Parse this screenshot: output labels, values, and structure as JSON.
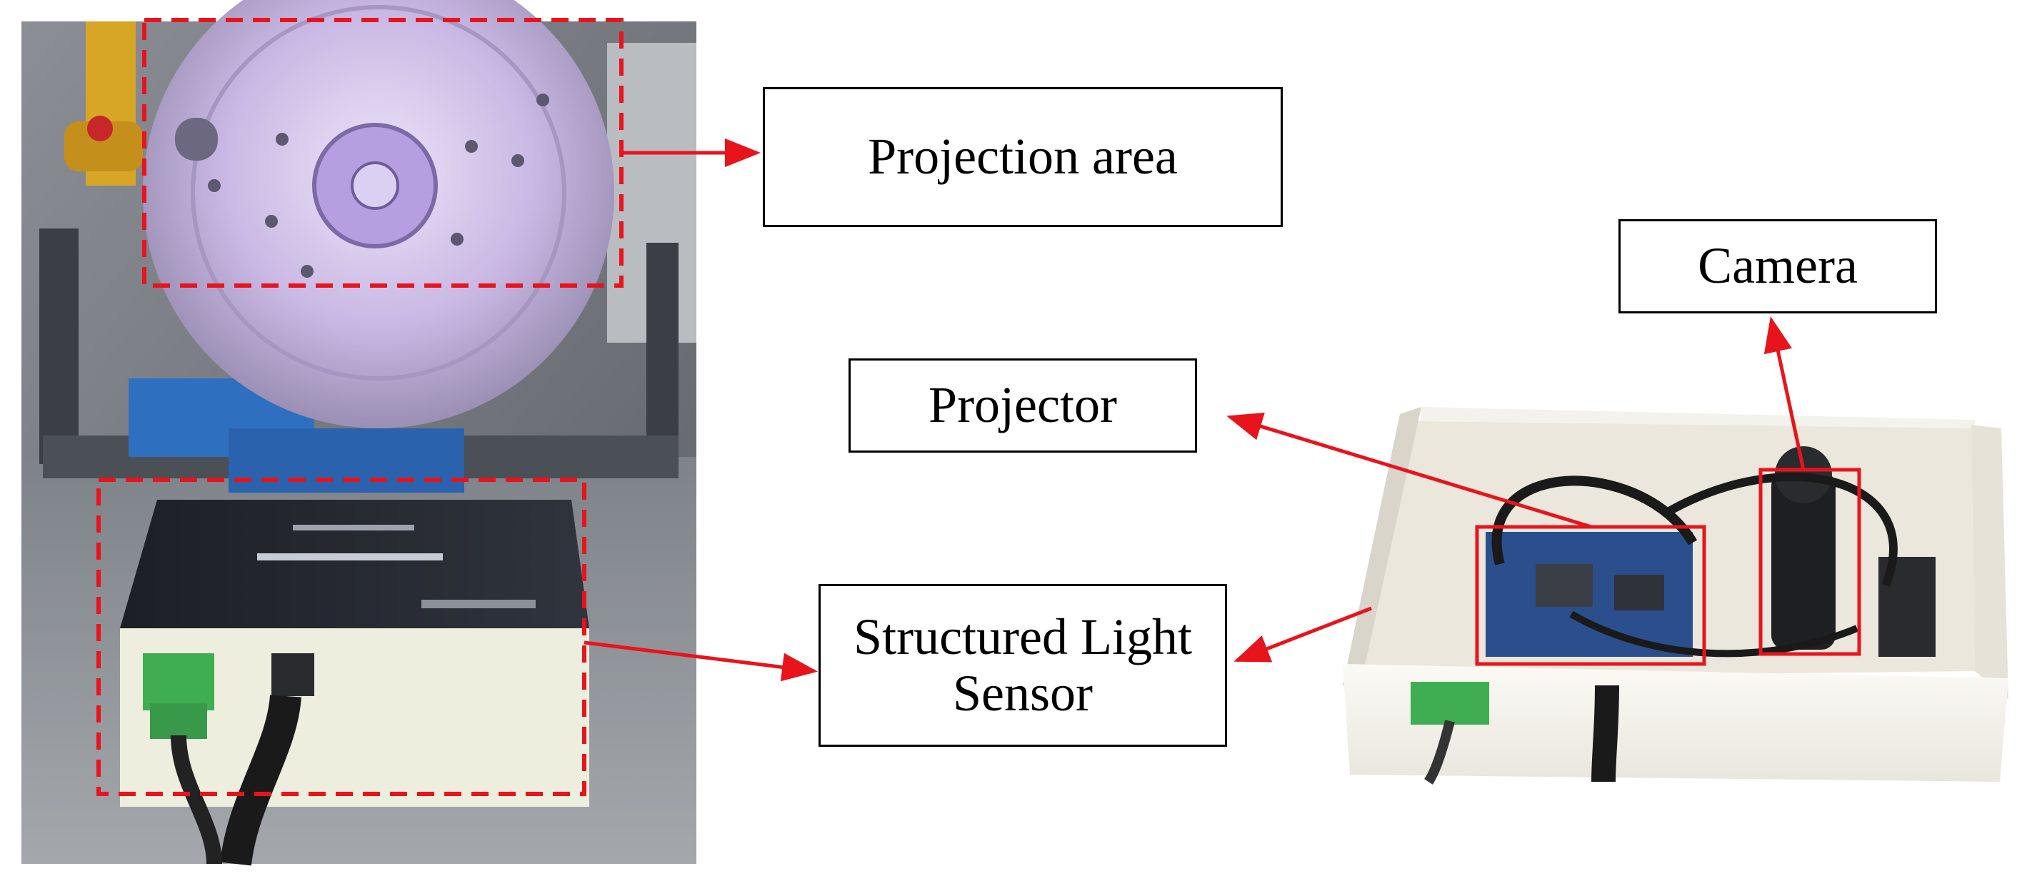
{
  "labels": {
    "projection_area": "Projection area",
    "projector": "Projector",
    "camera": "Camera",
    "sensor_line1": "Structured Light",
    "sensor_line2": "Sensor"
  },
  "colors": {
    "highlight_red": "#e8141c",
    "dashed_red": "#e8141c",
    "box_border": "#000000",
    "sensor_lid": "#23262d",
    "sensor_body": "#eeeede",
    "terminal_green": "#3fae52",
    "enclosure_white": "#f2f0ea",
    "pcb_blue": "#2a4f8c",
    "purple_light": "#c7b2e6"
  },
  "icons": {
    "arrow_head": "arrow-head-icon"
  }
}
